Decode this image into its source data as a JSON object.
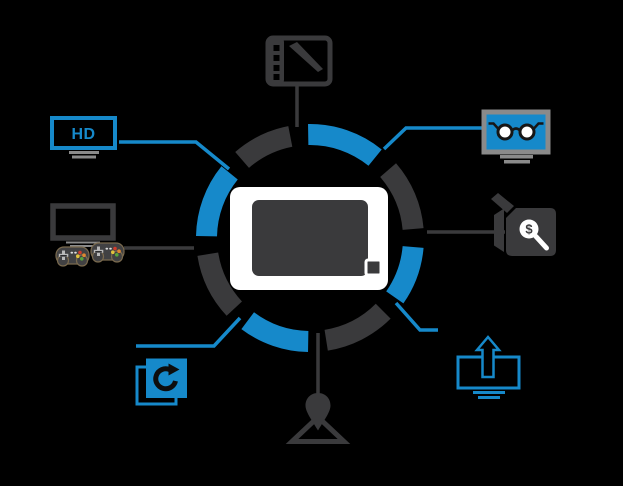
{
  "colors": {
    "blue": "#1689ca",
    "dark": "#3a3a3c",
    "gray": "#8a8a8a",
    "white": "#ffffff",
    "black": "#0d0d0d",
    "background": "#000000"
  },
  "labels": {
    "hd": "HD",
    "magnifier_glyph": "$"
  },
  "icons": {
    "center": "tv-with-remote",
    "top": "film-strip",
    "top_right": "smart-glasses-tv",
    "right": "search-box",
    "bottom_right": "screen-upload",
    "bottom": "person",
    "bottom_left": "refresh-square",
    "left": "tv-game-controllers",
    "top_left": "hd-tv"
  },
  "ring": {
    "segment_colors": [
      "blue",
      "dark",
      "blue",
      "dark",
      "blue",
      "dark",
      "blue",
      "dark"
    ]
  }
}
